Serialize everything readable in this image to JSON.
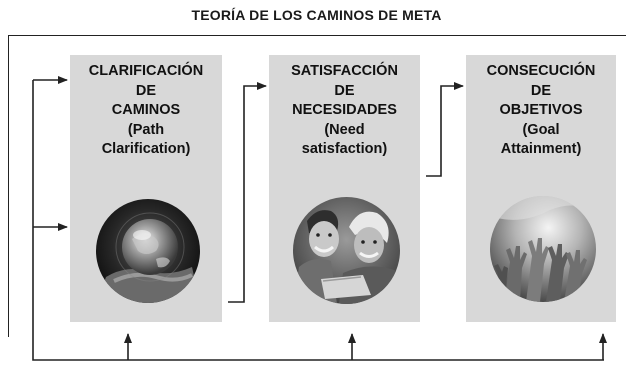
{
  "diagram": {
    "title": "TEORÍA DE LOS CAMINOS DE META",
    "boxes": [
      {
        "lines": [
          "CLARIFICACIÓN",
          "DE",
          "CAMINOS",
          "(Path",
          "Clarification)"
        ],
        "image": "globe-in-hand-image"
      },
      {
        "lines": [
          "SATISFACCIÓN",
          "DE",
          "NECESIDADES",
          "(Need",
          "satisfaction)"
        ],
        "image": "smiling-couple-image"
      },
      {
        "lines": [
          "CONSECUCIÓN",
          "DE",
          "OBJETIVOS",
          "(Goal",
          "Attainment)"
        ],
        "image": "raised-hands-image"
      }
    ],
    "colors": {
      "panel": "#d8d8d8",
      "line": "#222222"
    }
  }
}
